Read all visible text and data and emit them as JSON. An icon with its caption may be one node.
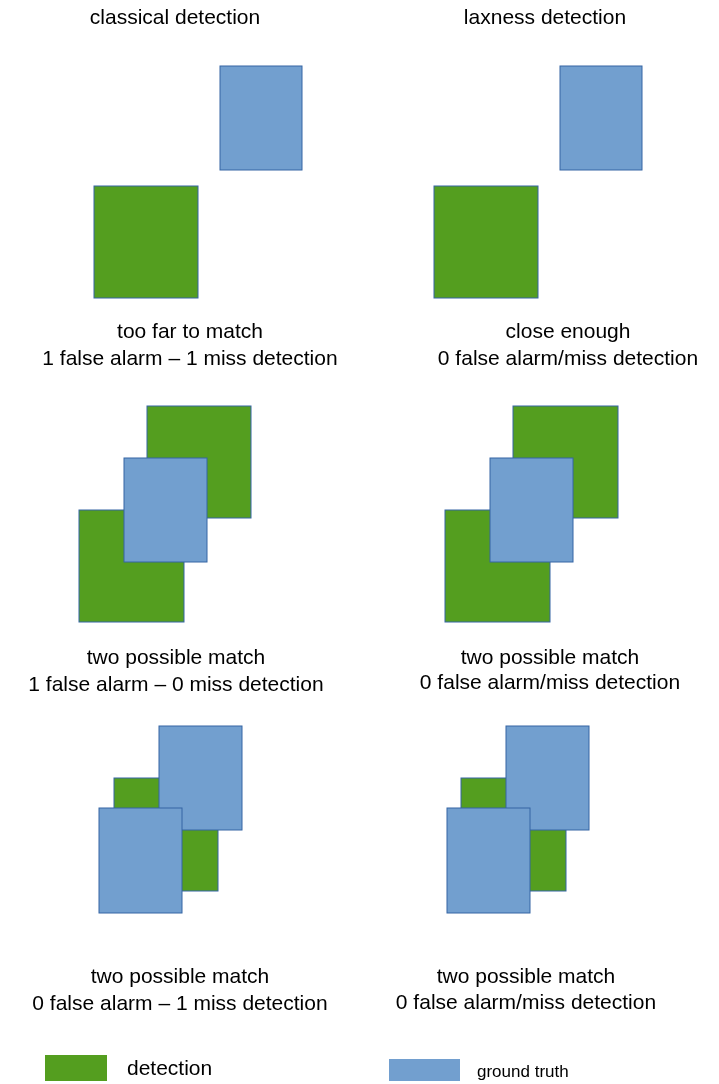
{
  "diagram": {
    "labels": [
      "classical detection",
      "laxness detection",
      "too far to match",
      "1 false alarm – 1 miss detection",
      "close enough",
      "0 false alarm/miss detection",
      "two possible match",
      "1 false alarm – 0 miss detection",
      "two possible match",
      "0 false alarm/miss detection",
      "two possible match",
      "0 false alarm – 1 miss detection",
      "two possible match",
      "0 false alarm/miss detection"
    ],
    "legend": [
      {
        "text": "detection",
        "color": "#549e1f"
      },
      {
        "text": "ground truth",
        "color": "#729fcf"
      }
    ]
  }
}
